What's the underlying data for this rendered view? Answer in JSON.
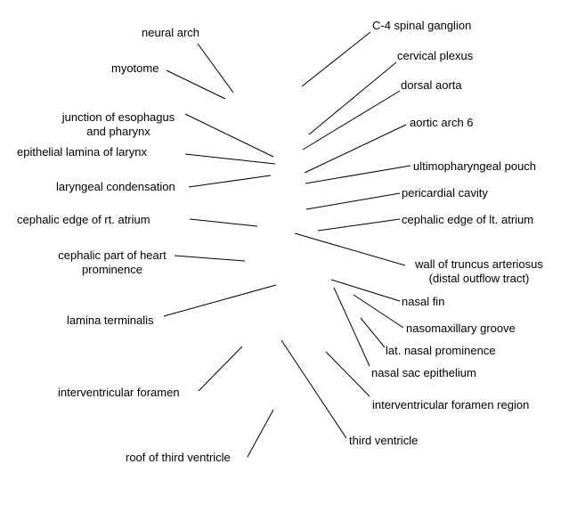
{
  "labels": {
    "neural_arch": "neural arch",
    "myotome": "myotome",
    "junction_esophagus": [
      "junction of esophagus",
      "and pharynx"
    ],
    "epithelial_lamina_larynx": "epithelial lamina of larynx",
    "laryngeal_condensation": "laryngeal condensation",
    "cephalic_edge_rt_atrium": "cephalic edge of rt. atrium",
    "cephalic_part_heart": [
      "cephalic part of heart",
      "prominence"
    ],
    "lamina_terminalis": "lamina terminalis",
    "interventricular_foramen": "interventricular foramen",
    "roof_third_ventricle": "roof of third ventricle",
    "c4_spinal_ganglion": "C-4 spinal ganglion",
    "cervical_plexus": "cervical plexus",
    "dorsal_aorta": "dorsal aorta",
    "aortic_arch_6": "aortic arch 6",
    "ultimopharyngeal_pouch": "ultimopharyngeal pouch",
    "pericardial_cavity": "pericardial cavity",
    "cephalic_edge_lt_atrium": "cephalic edge of lt. atrium",
    "wall_truncus": [
      "wall of truncus arteriosus",
      "(distal outflow tract)"
    ],
    "nasal_fin": "nasal fin",
    "nasomaxillary_groove": "nasomaxillary groove",
    "lat_nasal_prominence": "lat. nasal prominence",
    "nasal_sac_epithelium": "nasal sac epithelium",
    "interventricular_foramen_region": "interventricular foramen region",
    "third_ventricle": "third ventricle"
  }
}
